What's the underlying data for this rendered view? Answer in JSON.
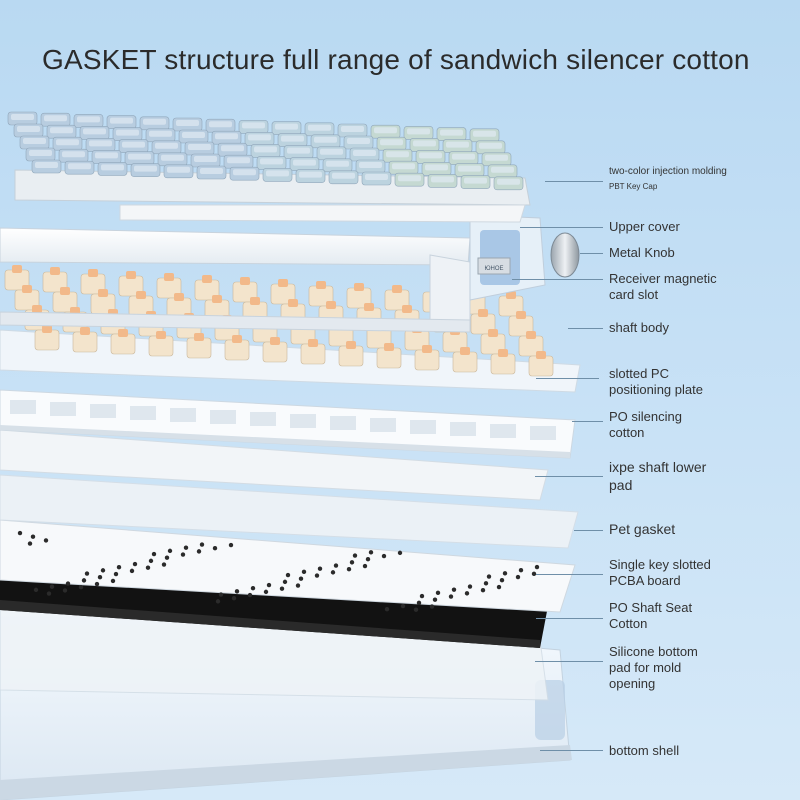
{
  "title": "GASKET structure full range of sandwich silencer cotton",
  "knob_label": "ЮНОЕ",
  "colors": {
    "background": "#c9e2f6",
    "keycap_blue": "#a9c3e3",
    "keycap_green": "#c5d9d2",
    "switch_body": "#f3e4cc",
    "pcb_black": "#151515",
    "plate_white": "#f4f7fa"
  },
  "labels": [
    {
      "id": "keycap",
      "line1": "two-color injection molding",
      "line2": "PBT Key Cap"
    },
    {
      "id": "upper-cover",
      "line1": "Upper cover",
      "line2": ""
    },
    {
      "id": "metal-knob",
      "line1": "Metal Knob",
      "line2": ""
    },
    {
      "id": "receiver",
      "line1": "Receiver magnetic",
      "line2": "card slot"
    },
    {
      "id": "shaft-body",
      "line1": "shaft body",
      "line2": ""
    },
    {
      "id": "pc-plate",
      "line1": "slotted PC",
      "line2": "positioning plate"
    },
    {
      "id": "po-cotton",
      "line1": "PO silencing",
      "line2": "cotton"
    },
    {
      "id": "ixpe-pad",
      "line1": "ixpe shaft lower",
      "line2": "pad"
    },
    {
      "id": "pet-gasket",
      "line1": "Pet gasket",
      "line2": ""
    },
    {
      "id": "pcba",
      "line1": "Single key slotted",
      "line2": "PCBA board"
    },
    {
      "id": "po-seat-cotton",
      "line1": "PO Shaft Seat",
      "line2": "Cotton"
    },
    {
      "id": "silicone-pad",
      "line1": "Silicone bottom",
      "line2": "pad for mold",
      "line3": "opening"
    },
    {
      "id": "bottom-shell",
      "line1": "bottom shell",
      "line2": ""
    }
  ]
}
